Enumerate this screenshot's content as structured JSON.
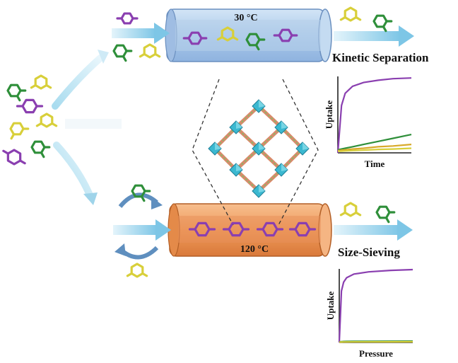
{
  "colors": {
    "para_xylene": "#8a3fb0",
    "ortho_xylene": "#2f8f3a",
    "meta_xylene": "#d8cf3a",
    "arrow_blue": "#8fd0ea",
    "cold_column": "#b9d6ef",
    "hot_column": "#f2a66a",
    "mof_node": "#3bb8d0"
  },
  "top_column": {
    "temperature": "30 °C"
  },
  "bottom_column": {
    "temperature": "120 °C"
  },
  "labels": {
    "kinetic": "Kinetic Separation",
    "sieving": "Size-Sieving"
  },
  "chart_data": [
    {
      "type": "line",
      "xlabel": "Time",
      "ylabel": "Uptake",
      "x": [
        0,
        0.05,
        0.1,
        0.2,
        0.35,
        0.55,
        0.75,
        1.0
      ],
      "ylim": [
        0,
        1
      ],
      "series": [
        {
          "color": "#8a3fb0",
          "values": [
            0,
            0.62,
            0.78,
            0.87,
            0.92,
            0.95,
            0.97,
            0.98
          ]
        },
        {
          "color": "#2f8f3a",
          "values": [
            0.04,
            0.05,
            0.06,
            0.08,
            0.11,
            0.15,
            0.19,
            0.24
          ]
        },
        {
          "color": "#d8a92a",
          "values": [
            0.03,
            0.035,
            0.04,
            0.05,
            0.06,
            0.08,
            0.09,
            0.11
          ]
        },
        {
          "color": "#d8cf3a",
          "values": [
            0.02,
            0.022,
            0.025,
            0.03,
            0.035,
            0.045,
            0.05,
            0.06
          ]
        }
      ],
      "grid": false
    },
    {
      "type": "line",
      "xlabel": "Pressure",
      "ylabel": "Uptake",
      "x": [
        0,
        0.03,
        0.06,
        0.1,
        0.2,
        0.4,
        0.7,
        1.0
      ],
      "ylim": [
        0,
        1
      ],
      "series": [
        {
          "color": "#8a3fb0",
          "values": [
            0,
            0.7,
            0.82,
            0.88,
            0.93,
            0.96,
            0.98,
            0.99
          ]
        },
        {
          "color": "#2f8f3a",
          "values": [
            0.01,
            0.012,
            0.013,
            0.014,
            0.015,
            0.016,
            0.017,
            0.018
          ]
        },
        {
          "color": "#d8cf3a",
          "values": [
            0.005,
            0.006,
            0.007,
            0.007,
            0.008,
            0.008,
            0.009,
            0.01
          ]
        }
      ],
      "grid": false
    }
  ]
}
